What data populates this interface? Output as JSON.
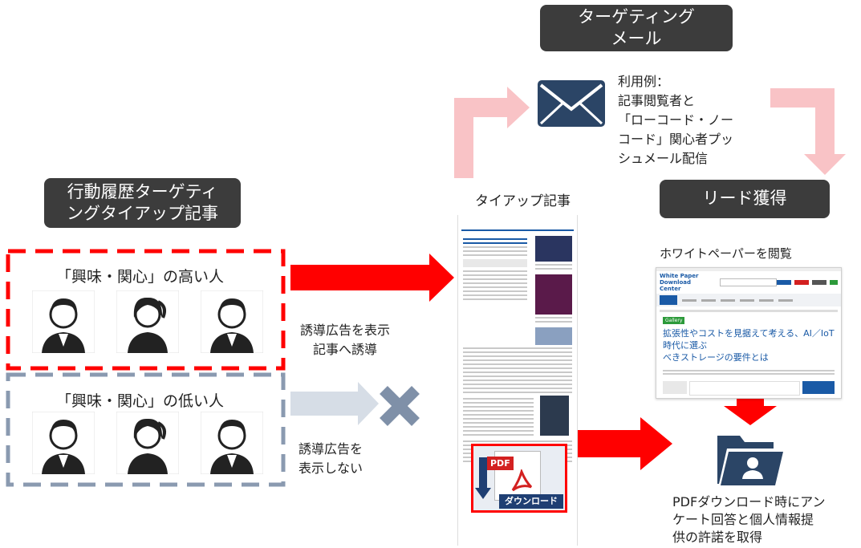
{
  "labels": {
    "targeting_mail": "ターゲティング\nメール",
    "usage_example": "利用例：\n記事閲覧者と\n「ローコード・ノー\nコード」関心者プッ\nシュメール配信",
    "behavior_title": "行動履歴ターゲティ\nングタイアップ記事",
    "tieup_article": "タイアップ記事",
    "lead": "リード獲得",
    "whitepaper_view": "ホワイトペーパーを閲覧",
    "high_interest": "「興味・関心」の高い人",
    "low_interest": "「興味・関心」の低い人",
    "guide_ad": "誘導広告を表示\n記事へ誘導",
    "no_ad": "誘導広告を\n表示しない",
    "pdf_note": "PDFダウンロード時にアン\nケート回答と個人情報提\n供の許諾を取得",
    "download_button": "ダウンロード",
    "pdf_badge": "PDF"
  },
  "whitepaper": {
    "logo": "White Paper\nDownload Center",
    "heading": "拡張性やコストを見据えて考える、AI／IoT時代に選ぶ\nべきストレージの要件とは",
    "badge": "Gallery"
  },
  "colors": {
    "red": "#ff0000",
    "pink": "#f9c3c6",
    "slate": "#7f90a8",
    "dark_box": "#3c3c3c",
    "dashed_gray": "#8a9ab0",
    "light_arrow": "#d6dde6"
  },
  "icons": [
    "envelope-icon",
    "person-male-icon",
    "person-female-icon",
    "folder-user-icon",
    "cross-icon"
  ]
}
